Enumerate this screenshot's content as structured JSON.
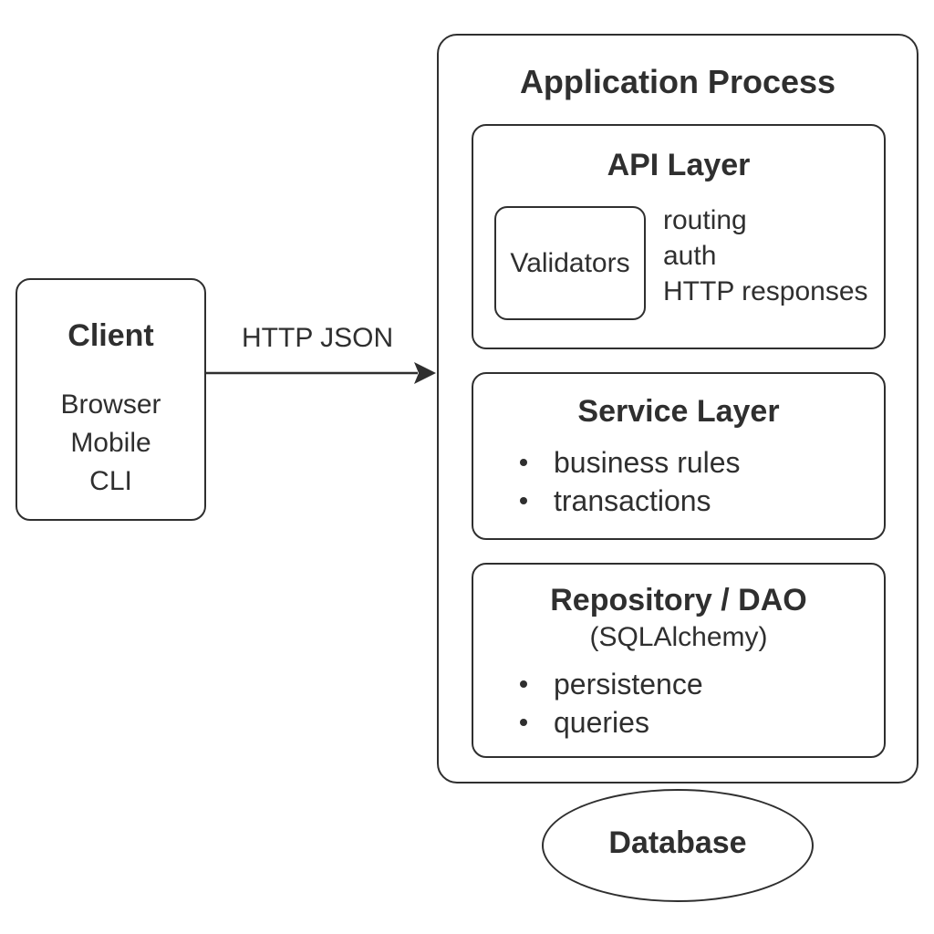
{
  "client": {
    "title": "Client",
    "items": [
      "Browser",
      "Mobile",
      "CLI"
    ]
  },
  "connection": {
    "label": "HTTP JSON"
  },
  "application": {
    "title": "Application Process",
    "api_layer": {
      "title": "API Layer",
      "validators": "Validators",
      "responsibilities": [
        "routing",
        "auth",
        "HTTP responses"
      ]
    },
    "service_layer": {
      "title": "Service Layer",
      "bullets": [
        "business rules",
        "transactions"
      ]
    },
    "repository_layer": {
      "title": "Repository / DAO",
      "subtitle": "(SQLAlchemy)",
      "bullets": [
        "persistence",
        "queries"
      ]
    }
  },
  "database": {
    "label": "Database"
  },
  "colors": {
    "stroke": "#2f2f2f",
    "background": "#ffffff"
  }
}
